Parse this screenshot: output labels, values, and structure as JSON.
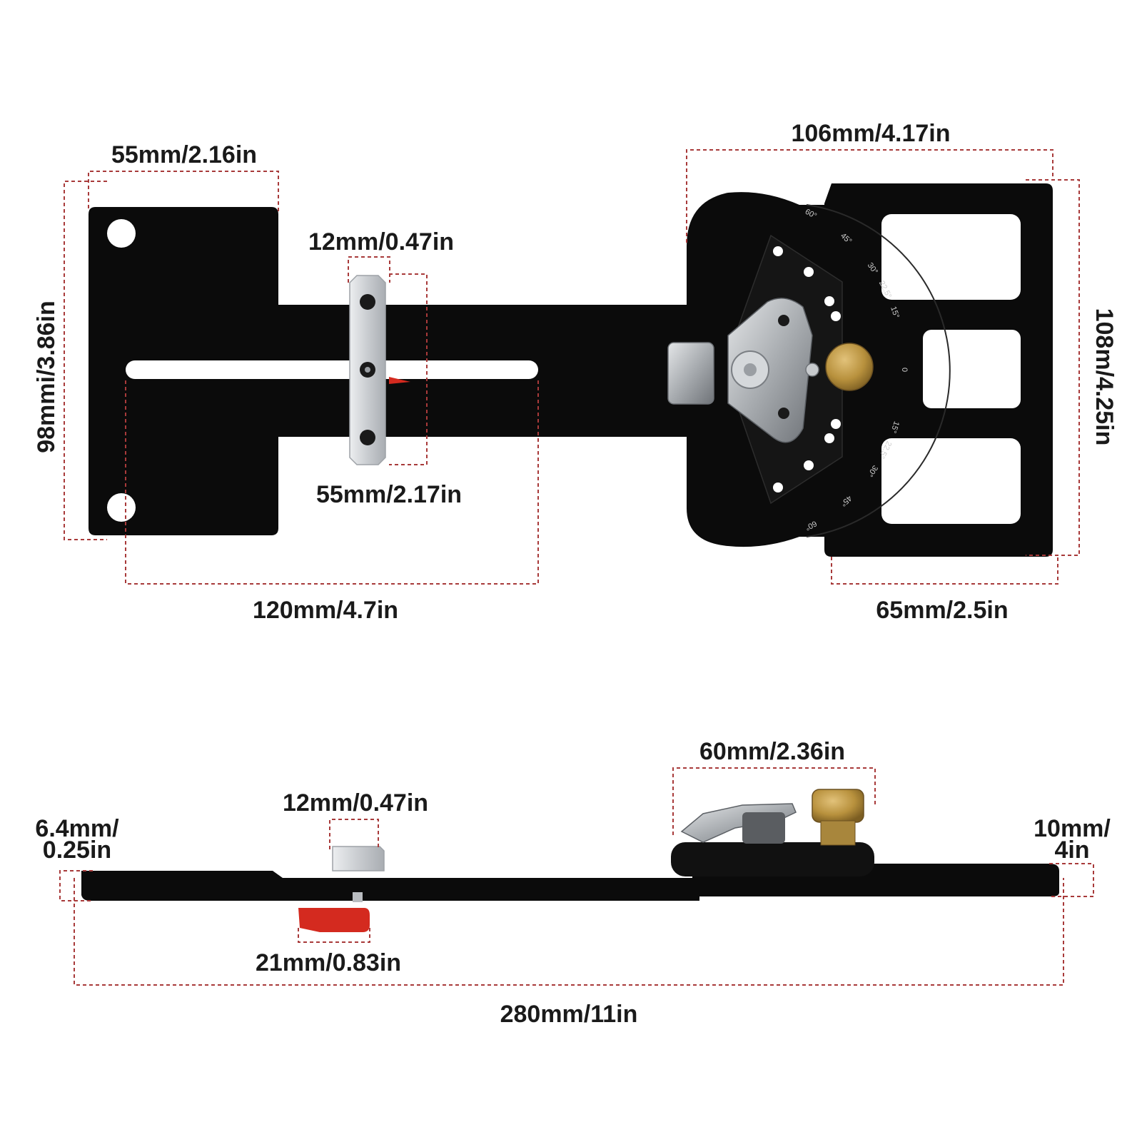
{
  "dimensions": {
    "top_plate_width": "55mm/2.16in",
    "top_plate_height": "98mmi/3.86in",
    "stop_width": "12mm/0.47in",
    "stop_length": "55mm/2.17in",
    "slot_length": "120mm/4.7in",
    "jig_width": "106mm/4.17in",
    "jig_height": "108m/4.25in",
    "jig_base_width": "65mm/2.5in",
    "side_thickness_line1": "6.4mm/",
    "side_thickness_line2": "0.25in",
    "side_stop_width": "12mm/0.47in",
    "side_clamp_width": "60mm/2.36in",
    "side_right_line1": "10mm/",
    "side_right_line2": "4in",
    "side_knob_width": "21mm/0.83in",
    "total_length": "280mm/11in"
  },
  "angle_scale": {
    "upper": [
      "60°",
      "45°",
      "30°",
      "22.5°",
      "15°"
    ],
    "center": "0",
    "lower": [
      "15°",
      "22.5°",
      "30°",
      "45°",
      "60°"
    ]
  },
  "colors": {
    "plate": "#0b0b0b",
    "dimension_line": "#a83a3a",
    "aluminum": "#cfd2d5",
    "brass": "#b8913d",
    "red_knob": "#d42a1f",
    "steel": "#b9bcc0"
  }
}
